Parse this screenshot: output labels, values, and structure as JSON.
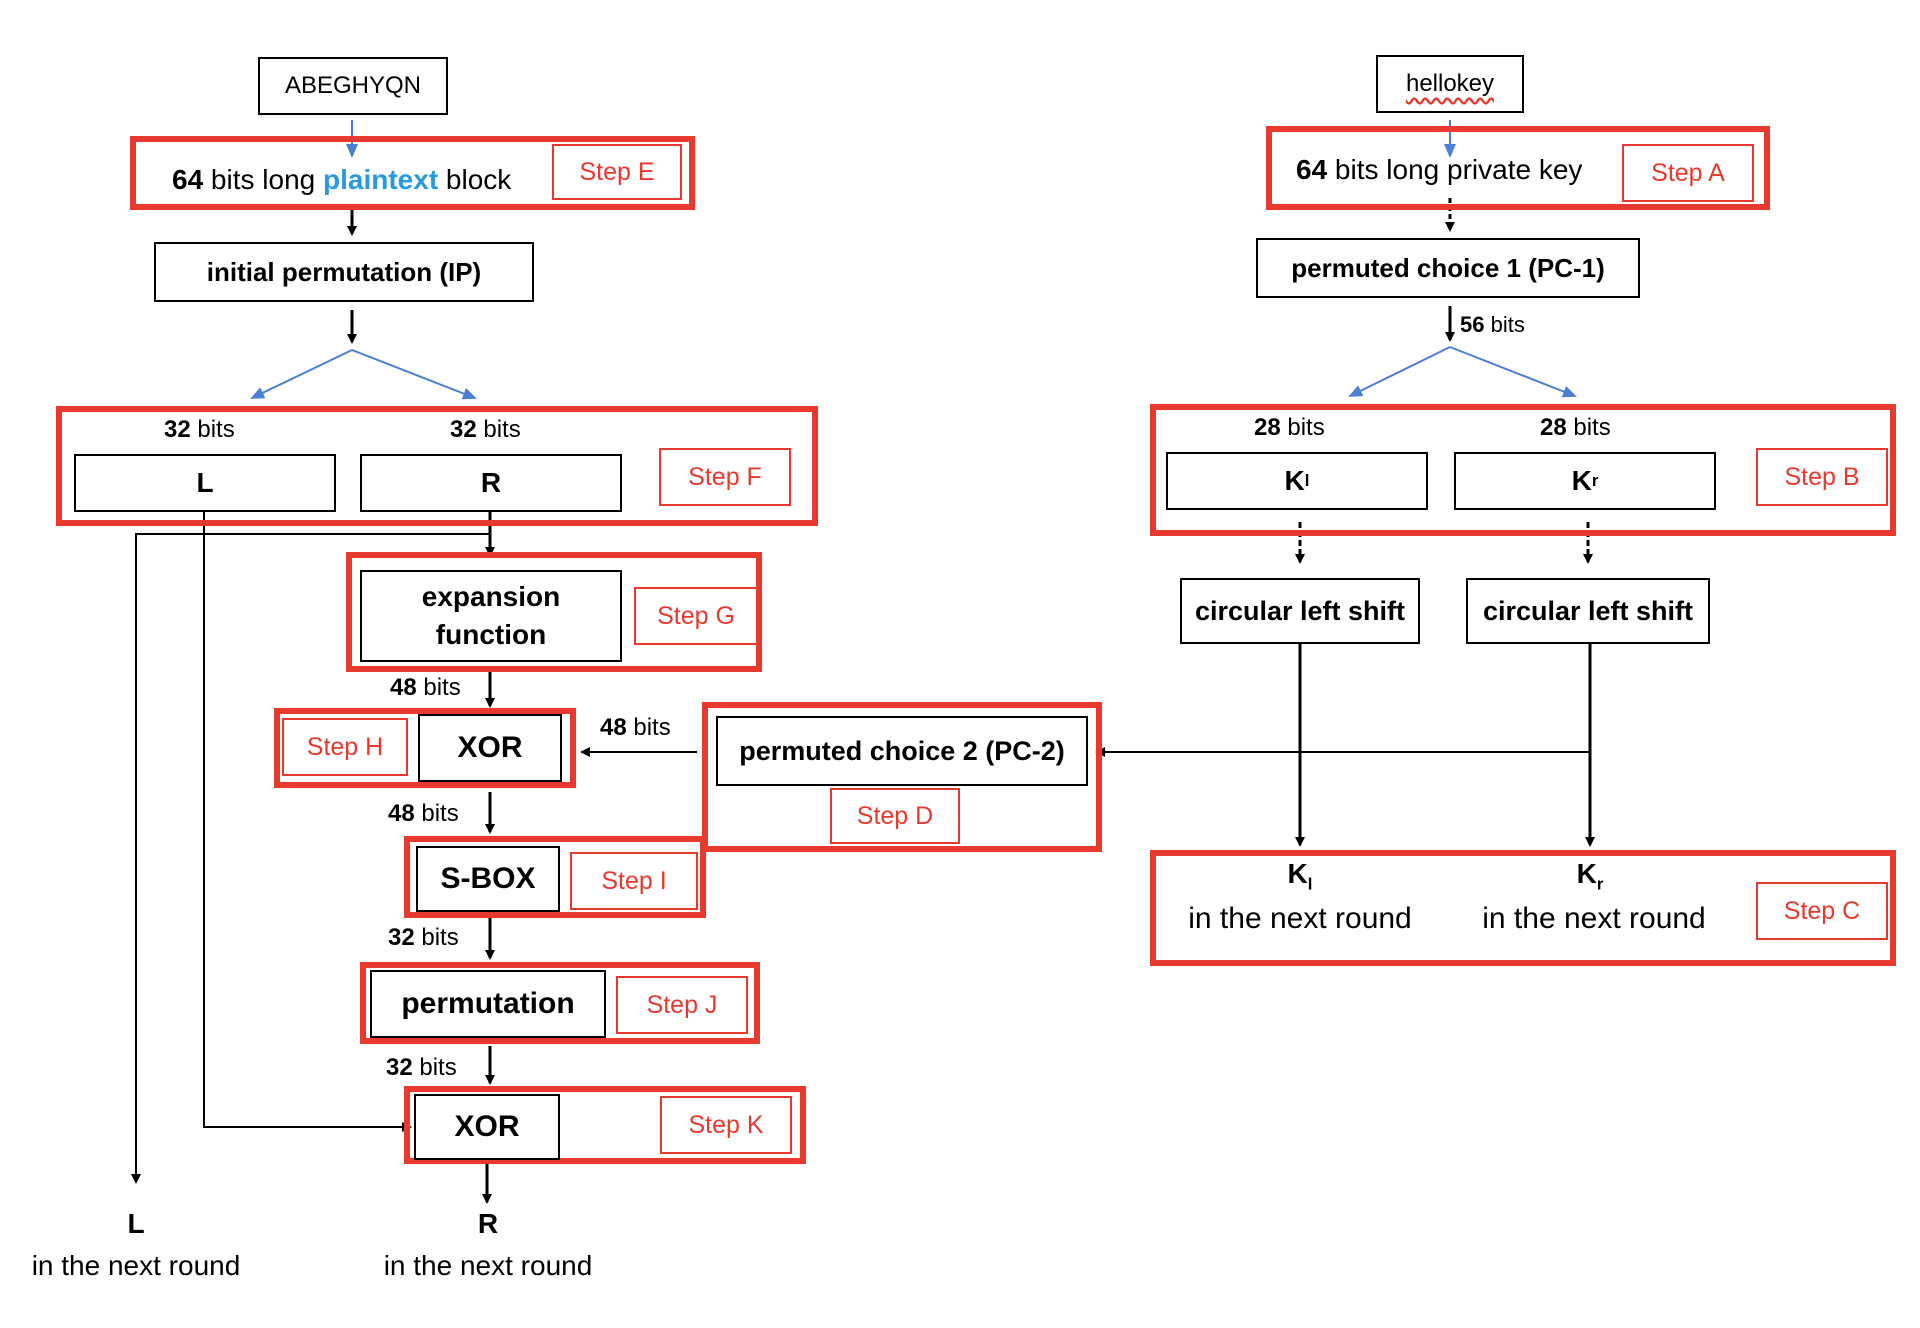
{
  "inputs": {
    "plaintext": "ABEGHYQN",
    "key": "hellokey"
  },
  "left": {
    "plaintext_block": {
      "bits": "64",
      "pre": " bits long ",
      "highlight": "plaintext",
      "post": " block"
    },
    "ip": "initial permutation (IP)",
    "half_bits_left": {
      "n": "32",
      "unit": " bits"
    },
    "half_bits_right": {
      "n": "32",
      "unit": " bits"
    },
    "L": "L",
    "R": "R",
    "expansion_line1": "expansion",
    "expansion_line2": "function",
    "bits_48_a": {
      "n": "48",
      "unit": " bits"
    },
    "bits_48_b": {
      "n": "48",
      "unit": " bits"
    },
    "bits_48_c": {
      "n": "48",
      "unit": " bits"
    },
    "xor1": "XOR",
    "sbox": "S-BOX",
    "bits_32_a": {
      "n": "32",
      "unit": " bits"
    },
    "permutation": "permutation",
    "bits_32_b": {
      "n": "32",
      "unit": " bits"
    },
    "xor2": "XOR",
    "out_L": "L",
    "out_R": "R",
    "next_round": "in the next round"
  },
  "right": {
    "key_block": {
      "bits": "64",
      "rest": " bits long private key"
    },
    "pc1": "permuted choice 1 (PC-1)",
    "bits_56": {
      "n": "56",
      "unit": " bits"
    },
    "bits_28_l": {
      "n": "28",
      "unit": " bits"
    },
    "bits_28_r": {
      "n": "28",
      "unit": " bits"
    },
    "K": "K",
    "sub_l": "l",
    "sub_r": "r",
    "shift": "circular left shift",
    "pc2": "permuted choice 2 (PC-2)",
    "next_round": "in the next round"
  },
  "steps": {
    "A": "Step A",
    "B": "Step B",
    "C": "Step C",
    "D": "Step D",
    "E": "Step E",
    "F": "Step F",
    "G": "Step G",
    "H": "Step H",
    "I": "Step I",
    "J": "Step J",
    "K": "Step K"
  },
  "colors": {
    "step_red": "#e8392e",
    "arrow_blue": "#4a7fd4",
    "plaintext_blue": "#2a9ae0"
  }
}
